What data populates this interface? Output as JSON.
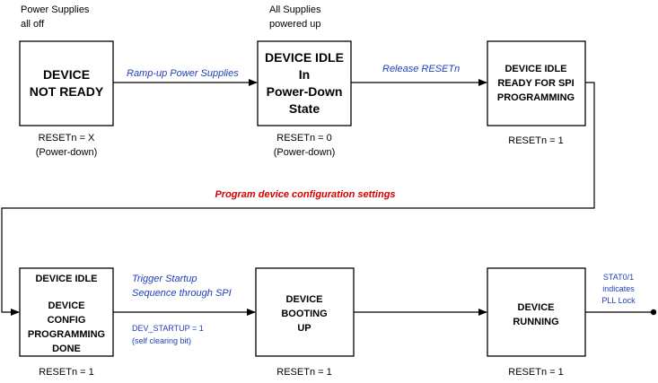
{
  "states": {
    "not_ready": {
      "lines": [
        "DEVICE",
        "NOT READY"
      ],
      "status": [
        "RESETn = X",
        "(Power-down)"
      ]
    },
    "idle_power_down": {
      "lines": [
        "DEVICE IDLE",
        "In",
        "Power-Down",
        "State"
      ],
      "status": [
        "RESETn = 0",
        "(Power-down)"
      ]
    },
    "idle_ready_spi": {
      "lines": [
        "DEVICE IDLE",
        "READY FOR SPI",
        "PROGRAMMING"
      ],
      "status": [
        "RESETn = 1"
      ]
    },
    "idle_config_done": {
      "lines": [
        "DEVICE IDLE",
        "DEVICE",
        "CONFIG",
        "PROGRAMMING",
        "DONE"
      ],
      "status": [
        "RESETn = 1"
      ]
    },
    "booting": {
      "lines": [
        "DEVICE",
        "BOOTING",
        "UP"
      ],
      "status": [
        "RESETn = 1"
      ]
    },
    "running": {
      "lines": [
        "DEVICE",
        "RUNNING"
      ],
      "status": [
        "RESETn = 1"
      ]
    }
  },
  "notes": {
    "supplies_off": [
      "Power Supplies",
      "all off"
    ],
    "supplies_up": [
      "All Supplies",
      "powered up"
    ],
    "pll_lock": [
      "STAT0/1",
      "indicates",
      "PLL Lock"
    ]
  },
  "transitions": {
    "ramp_up": "Ramp-up Power Supplies",
    "release_reset": "Release RESETn",
    "program_config": "Program device configuration settings",
    "trigger_startup": [
      "Trigger Startup",
      "Sequence through SPI"
    ],
    "dev_startup": [
      "DEV_STARTUP = 1",
      "(self clearing bit)"
    ]
  },
  "colors": {
    "transition_label": "#1f3fb8",
    "highlight_label": "#d40000",
    "line": "#000000"
  }
}
